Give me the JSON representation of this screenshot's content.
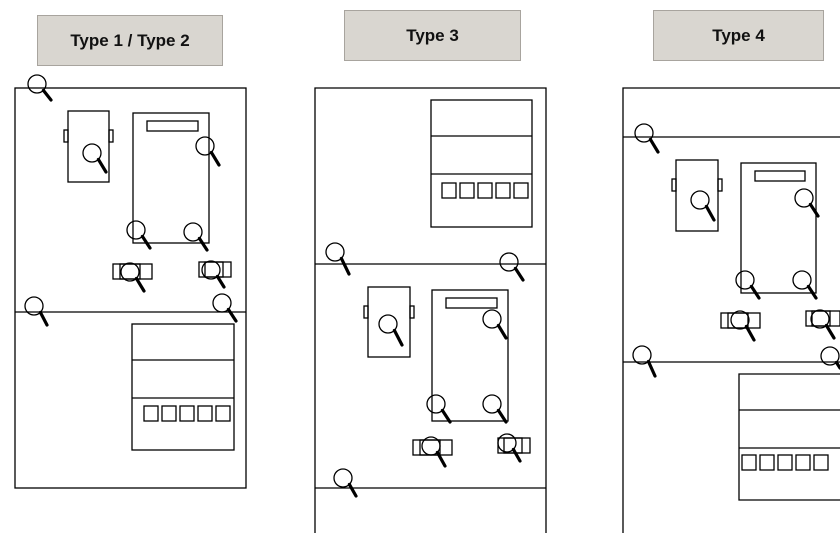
{
  "labels": {
    "type_1_2": "Type 1 / Type 2",
    "type_3": "Type 3",
    "type_4": "Type 4"
  },
  "colors": {
    "label_fill": "#d9d6d0",
    "label_border": "#a8a49e",
    "stroke": "#000000"
  },
  "icons": {
    "inspection_point": "magnifier-icon",
    "component_box": "rectangle-shape",
    "terminal_block": "terminal-shape"
  }
}
